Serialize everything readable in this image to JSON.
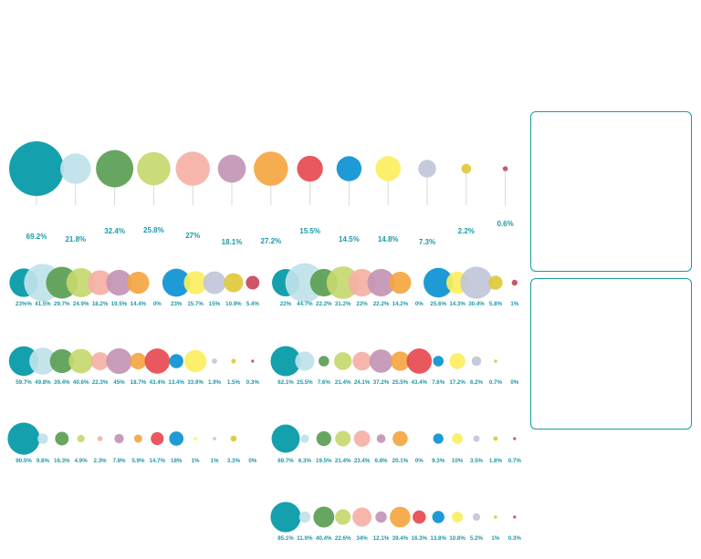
{
  "palette": [
    "#0098a6",
    "#bfe2ea",
    "#5a9e52",
    "#c6d86e",
    "#f5b0a5",
    "#c295b5",
    "#f4a640",
    "#e64a50",
    "#0b92d2",
    "#fcee5e",
    "#c0c6d9",
    "#e0c93b",
    "#c8485b"
  ],
  "chart_data": [
    {
      "type": "bubble",
      "panel": "top",
      "values": [
        69.2,
        21.8,
        32.4,
        25.8,
        27,
        18.1,
        27.2,
        15.5,
        14.5,
        14.8,
        7.3,
        2.2,
        0.6
      ],
      "labels": [
        "69.2%",
        "21.8%",
        "32.4%",
        "25.8%",
        "27%",
        "18.1%",
        "27.2%",
        "15.5%",
        "14.5%",
        "14.8%",
        "7.3%",
        "2.2%",
        "0.6%"
      ]
    },
    {
      "type": "bubble",
      "panel": "row1-left",
      "values": [
        23.96,
        41.5,
        29.7,
        24.9,
        18.2,
        19.5,
        14.4,
        0,
        23,
        15.7,
        15,
        10.9,
        5.4
      ],
      "labels": [
        "23%%",
        "41.5%",
        "29.7%",
        "24.9%",
        "18.2%",
        "19.5%",
        "14.4%",
        "0%",
        "23%",
        "15.7%",
        "15%",
        "10.9%",
        "5.4%"
      ]
    },
    {
      "type": "bubble",
      "panel": "row1-right",
      "values": [
        22,
        44.7,
        22.2,
        31.2,
        22,
        22.2,
        14.2,
        0,
        25.6,
        14.3,
        30.4,
        5.8,
        1
      ],
      "labels": [
        "22%",
        "44.7%",
        "22.2%",
        "31.2%",
        "22%",
        "22.2%",
        "14.2%",
        "0%",
        "25.6%",
        "14.3%",
        "30.4%",
        "5.8%",
        "1%"
      ]
    },
    {
      "type": "bubble",
      "panel": "row2-left",
      "values": [
        59.7,
        49.8,
        39.4,
        40.6,
        22.3,
        45,
        18.7,
        43.4,
        13.4,
        33.9,
        1.9,
        1.5,
        0.3
      ],
      "labels": [
        "59.7%",
        "49.8%",
        "39.4%",
        "40.6%",
        "22.3%",
        "45%",
        "18.7%",
        "43.4%",
        "13.4%",
        "33.9%",
        "1.9%",
        "1.5%",
        "0.3%"
      ]
    },
    {
      "type": "bubble",
      "panel": "row2-right",
      "values": [
        62.1,
        25.5,
        7.6,
        21.4,
        24.1,
        37.2,
        25.5,
        43.4,
        7.6,
        17.2,
        6.2,
        0.7,
        0
      ],
      "labels": [
        "62.1%",
        "25.5%",
        "7.6%",
        "21.4%",
        "24.1%",
        "37.2%",
        "25.5%",
        "43.4%",
        "7.6%",
        "17.2%",
        "6.2%",
        "0.7%",
        "0%"
      ]
    },
    {
      "type": "bubble",
      "panel": "row3-left",
      "values": [
        90.5,
        9.8,
        16.3,
        4.9,
        2.3,
        7.8,
        5.9,
        14.7,
        18,
        1,
        1,
        3.3,
        0
      ],
      "labels": [
        "90.5%",
        "9.8%",
        "16.3%",
        "4.9%",
        "2.3%",
        "7.8%",
        "5.9%",
        "14.7%",
        "18%",
        "1%",
        "1%",
        "3.3%",
        "0%"
      ]
    },
    {
      "type": "bubble",
      "panel": "row3-right",
      "values": [
        69.7,
        6.3,
        19.5,
        21.4,
        23.4,
        6.8,
        20.1,
        0,
        9.3,
        10,
        3.5,
        1.8,
        0.7
      ],
      "labels": [
        "69.7%",
        "6.3%",
        "19.5%",
        "21.4%",
        "23.4%",
        "6.8%",
        "20.1%",
        "0%",
        "9.3%",
        "10%",
        "3.5%",
        "1.8%",
        "0.7%"
      ]
    },
    {
      "type": "bubble",
      "panel": "row4-right",
      "values": [
        85.1,
        11.9,
        40.4,
        22.6,
        34,
        12.1,
        39.4,
        16.3,
        13.8,
        10.8,
        5.2,
        1,
        0.3
      ],
      "labels": [
        "85.1%",
        "11.9%",
        "40.4%",
        "22.6%",
        "34%",
        "12.1%",
        "39.4%",
        "16.3%",
        "13.8%",
        "10.8%",
        "5.2%",
        "1%",
        "0.3%"
      ]
    }
  ]
}
